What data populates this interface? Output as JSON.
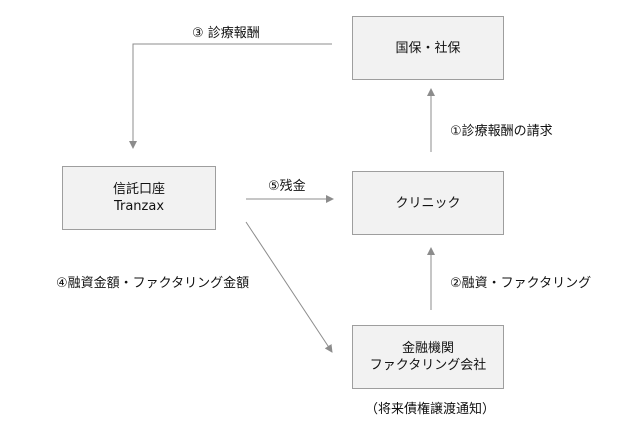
{
  "nodes": {
    "kokuho": {
      "label": "国保・社保"
    },
    "trust": {
      "line1": "信託口座",
      "line2": "Tranzax"
    },
    "clinic": {
      "label": "クリニック"
    },
    "bank": {
      "line1": "金融機関",
      "line2": "ファクタリング会社"
    }
  },
  "edges": {
    "e1": "①診療報酬の請求",
    "e2": "②融資・ファクタリング",
    "e3": "③ 診療報酬",
    "e4": "④融資金額・ファクタリング金額",
    "e5": "⑤残金"
  },
  "note": "（将来債権譲渡通知）",
  "colors": {
    "box_fill": "#f2f2f2",
    "box_border": "#9e9e9e",
    "arrow": "#8c8c8c"
  }
}
